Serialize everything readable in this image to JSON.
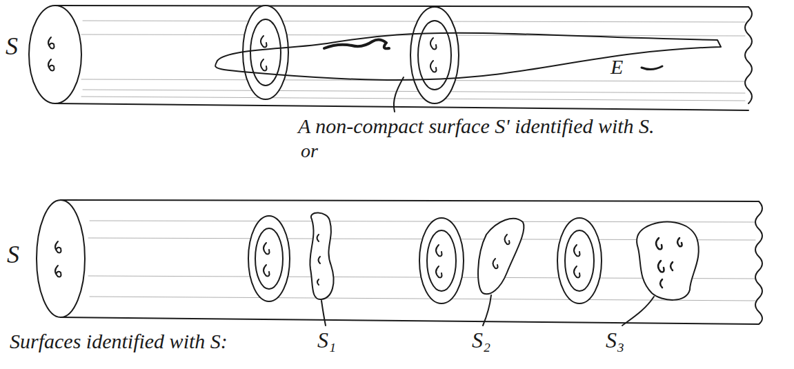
{
  "diagram": {
    "labels": [
      "S",
      "E",
      "A non-compact surface S' identified with S.",
      "or",
      "S",
      "Surfaces identified with S:",
      "S₁",
      "S₂",
      "S₃"
    ]
  }
}
